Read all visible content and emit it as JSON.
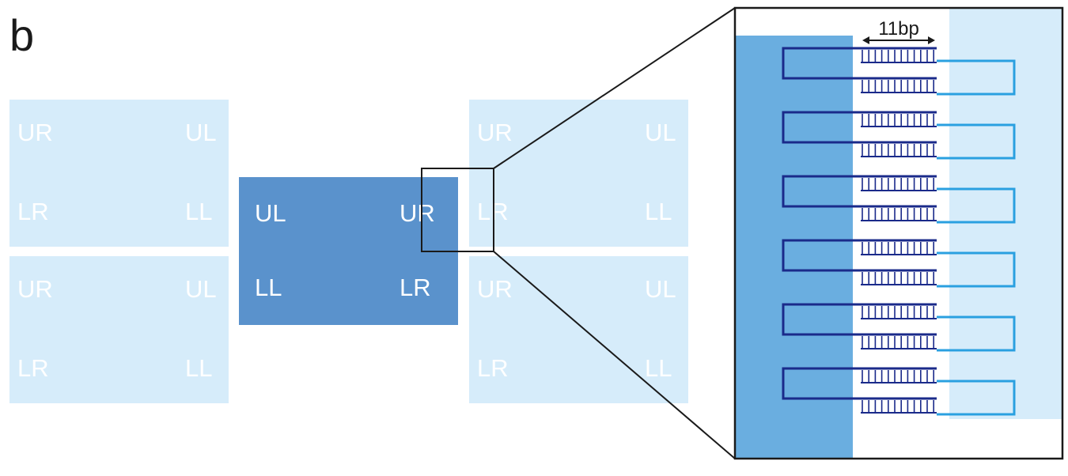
{
  "panel_label": "b",
  "scale_label": "11bp",
  "colors": {
    "light_tile": "#d6ecfa",
    "dark_tile": "#5a92cc",
    "zoom_left": "#6aaee0",
    "zoom_right": "#d6ecfa",
    "strand_dark": "#1a2a8a",
    "strand_light": "#2aa0e0",
    "outline": "#1a1a1a"
  },
  "tiles": {
    "left_top": [
      "UR",
      "UL",
      "LR",
      "LL"
    ],
    "left_bottom": [
      "UR",
      "UL",
      "LR",
      "LL"
    ],
    "center": [
      "UL",
      "UR",
      "LL",
      "LR"
    ],
    "right_top": [
      "UR",
      "UL",
      "LR",
      "LL"
    ],
    "right_bottom": [
      "UR",
      "UL",
      "LR",
      "LL"
    ]
  },
  "zoom": {
    "strand_pairs": 6
  }
}
